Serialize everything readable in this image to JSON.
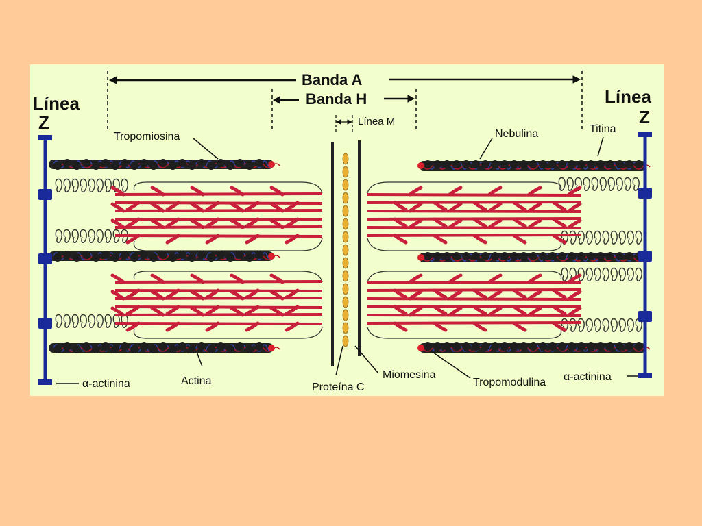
{
  "colors": {
    "page_bg": "#FFCC99",
    "panel_bg": "#F2FFCC",
    "z_line": "#1A2B99",
    "myosin": "#C8203C",
    "actin": "#222222",
    "titin": "#333333",
    "mline": "#E8B030"
  },
  "labels": {
    "linea_z_left_1": "Línea",
    "linea_z_left_2": "Z",
    "linea_z_right_1": "Línea",
    "linea_z_right_2": "Z",
    "banda_a": "Banda A",
    "banda_h": "Banda H",
    "linea_m": "Línea M",
    "tropomiosina": "Tropomiosina",
    "nebulina": "Nebulina",
    "titina": "Titina",
    "alfa_actinina_left": "α-actinina",
    "actina": "Actina",
    "proteina_c": "Proteína C",
    "miomesina": "Miomesina",
    "tropomodulina": "Tropomodulina",
    "alfa_actinina_right": "α-actinina"
  }
}
